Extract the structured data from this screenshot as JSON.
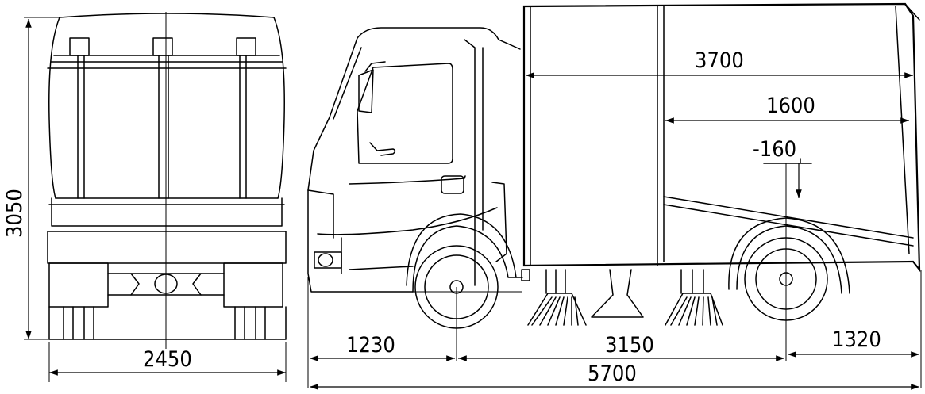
{
  "dimensions": {
    "height": "3050",
    "width": "2450",
    "front_overhang": "1230",
    "wheelbase": "3150",
    "rear_overhang": "1320",
    "overall_length": "5700",
    "body_length": "3700",
    "hopper_length": "1600",
    "center_of_gravity_offset": "-160"
  }
}
